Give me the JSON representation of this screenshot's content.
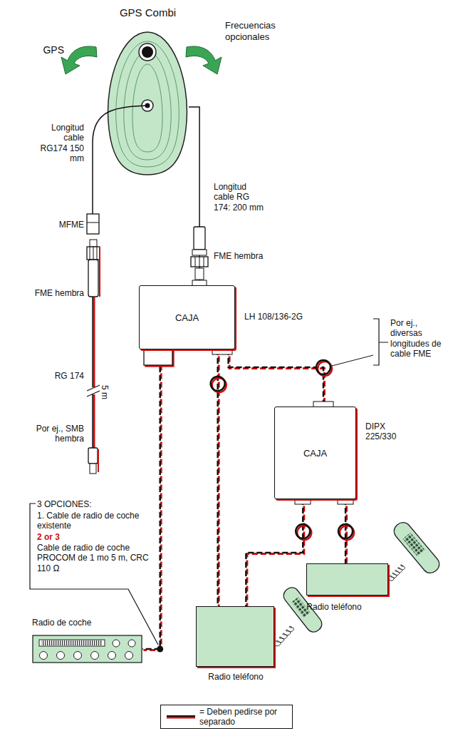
{
  "diagram": {
    "nodes": [
      {
        "text": [
          "GPS Combi"
        ]
      },
      {
        "text": [
          "CAJA",
          "LH 108/136-2G"
        ]
      },
      {
        "text": [
          "CAJA",
          "DIPX 225/330"
        ]
      },
      {
        "text": [
          "Radio teléfono"
        ]
      },
      {
        "text": [
          "Radio de coche"
        ]
      },
      {
        "text": [
          "Radio teléfono"
        ]
      }
    ],
    "edges": [
      {
        "from": 0,
        "to": 1,
        "arrow": "none"
      },
      {
        "from": 1,
        "to": 2,
        "arrow": "none"
      },
      {
        "from": 1,
        "to": 5,
        "arrow": "none"
      },
      {
        "from": 1,
        "to": 4,
        "arrow": "none"
      },
      {
        "from": 2,
        "to": 3,
        "arrow": "none"
      },
      {
        "from": 2,
        "to": 5,
        "arrow": "none"
      }
    ],
    "labels": [
      "GPS",
      "Frecuencias opcionales",
      "Longitud cable RG174 150 mm",
      "MFME",
      "FME hembra",
      "RG 174",
      "5 m",
      "Por ej., SMB hembra",
      "Longitud cable RG 174: 200 mm",
      "FME hembra",
      "Por ej., diversas longitudes de cable FME",
      "3 OPCIONES:",
      "1. Cable de radio de coche existente",
      "2 or 3",
      "Cable de radio de coche PROCOM de 1 mo 5 m, CRC 110 Ω"
    ],
    "legend": [
      {
        "text": "= Deben pedirse por separado"
      }
    ]
  }
}
